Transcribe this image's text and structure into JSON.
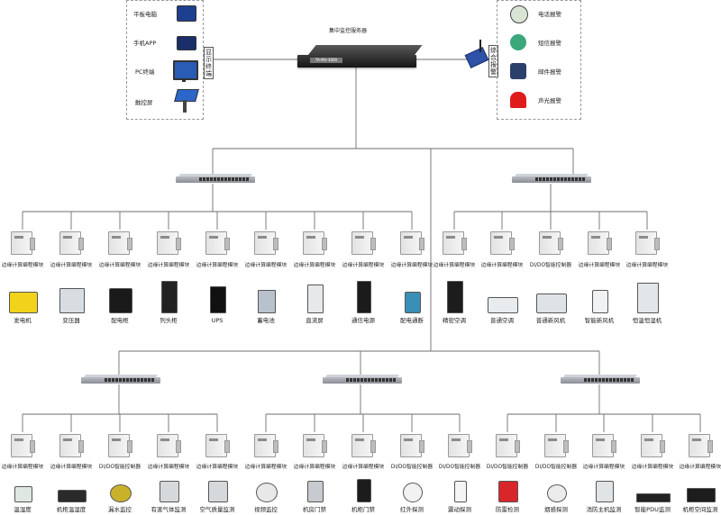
{
  "colors": {
    "wire": "#6e6e6e",
    "dash": "#9a9a9a"
  },
  "server": {
    "label": "集中监控服务器",
    "plate": "TA-MU-3000"
  },
  "display_group": {
    "label": "显示终端",
    "items": [
      "平板电脑",
      "手机APP",
      "PC终端",
      "触控屏"
    ]
  },
  "alarm_group": {
    "label": "综合报警",
    "items": [
      "电话报警",
      "短信报警",
      "邮件报警",
      "声光报警"
    ]
  },
  "row1": {
    "modules": [
      "边缘计算编程模块",
      "边缘计算编程模块",
      "边缘计算编程模块",
      "边缘计算编程模块",
      "边缘计算编程模块",
      "边缘计算编程模块",
      "边缘计算编程模块",
      "边缘计算编程模块",
      "边缘计算编程模块",
      "边缘计算编程模块",
      "边缘计算编程模块",
      "DI/DO智能控制器",
      "边缘计算编程模块",
      "边缘计算编程模块"
    ],
    "devices": [
      "发电机",
      "变压器",
      "配电柜",
      "列头柜",
      "UPS",
      "蓄电池",
      "直流屏",
      "通信电源",
      "配电通断",
      "精密空调",
      "普通空调",
      "普通新风机",
      "智能新风机",
      "恒温恒湿机"
    ]
  },
  "row2": {
    "modules": [
      "边缘计算编程模块",
      "边缘计算编程模块",
      "DI/DO智能控制器",
      "边缘计算编程模块",
      "边缘计算编程模块",
      "边缘计算编程模块",
      "边缘计算编程模块",
      "边缘计算编程模块",
      "DI/DO智能控制器",
      "DI/DO智能控制器",
      "DI/DO智能控制器",
      "DI/DO智能控制器",
      "边缘计算编程模块",
      "边缘计算编程模块",
      "边缘计算编程模块"
    ],
    "devices": [
      "温湿度",
      "机柜温湿度",
      "漏水监控",
      "有害气体监测",
      "空气质量监测",
      "视频监控",
      "机房门禁",
      "机柜门禁",
      "红外探测",
      "震动探测",
      "防雷检测",
      "烟感探测",
      "消防主机监测",
      "智能PDU监测",
      "机柜空间监测"
    ]
  }
}
